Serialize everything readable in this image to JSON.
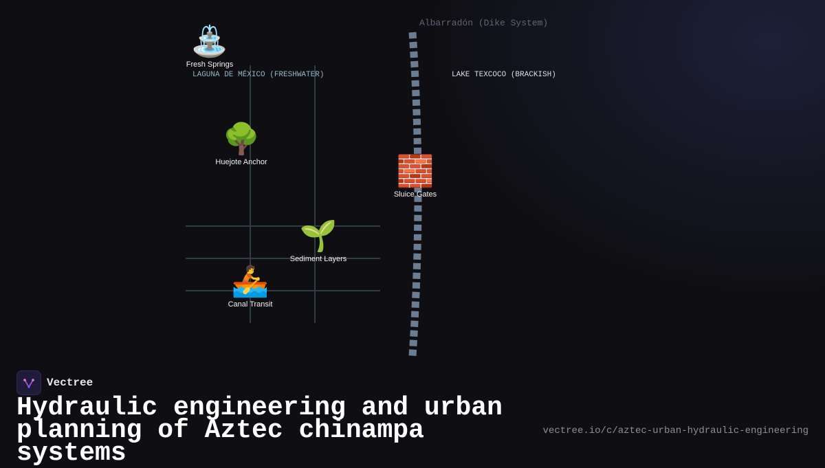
{
  "diagram": {
    "dike_label": "Albarradón (Dike System)",
    "zones": {
      "freshwater": "LAGUNA DE MÉXICO (FRESHWATER)",
      "brackish": "LAKE TEXCOCO (BRACKISH)"
    },
    "nodes": [
      {
        "id": "fresh-springs",
        "label": "Fresh Springs",
        "icon": "fountain-icon",
        "emoji": "⛲"
      },
      {
        "id": "huejote-anchor",
        "label": "Huejote Anchor",
        "icon": "tree-icon",
        "emoji": "🌳"
      },
      {
        "id": "sluice-gates",
        "label": "Sluice Gates",
        "icon": "brick-icon",
        "emoji": "🧱"
      },
      {
        "id": "sediment-layers",
        "label": "Sediment Layers",
        "icon": "seedling-icon",
        "emoji": "🌱"
      },
      {
        "id": "canal-transit",
        "label": "Canal Transit",
        "icon": "rowboat-icon",
        "emoji": "🚣"
      }
    ],
    "colors": {
      "dike": "#6b7d92",
      "grid_lines": "#2f3d44",
      "freshwater_label": "#8fb6c4"
    }
  },
  "footer": {
    "brand_name": "Vectree",
    "title": "Hydraulic engineering and urban planning of Aztec chinampa systems",
    "url": "vectree.io/c/aztec-urban-hydraulic-engineering"
  }
}
